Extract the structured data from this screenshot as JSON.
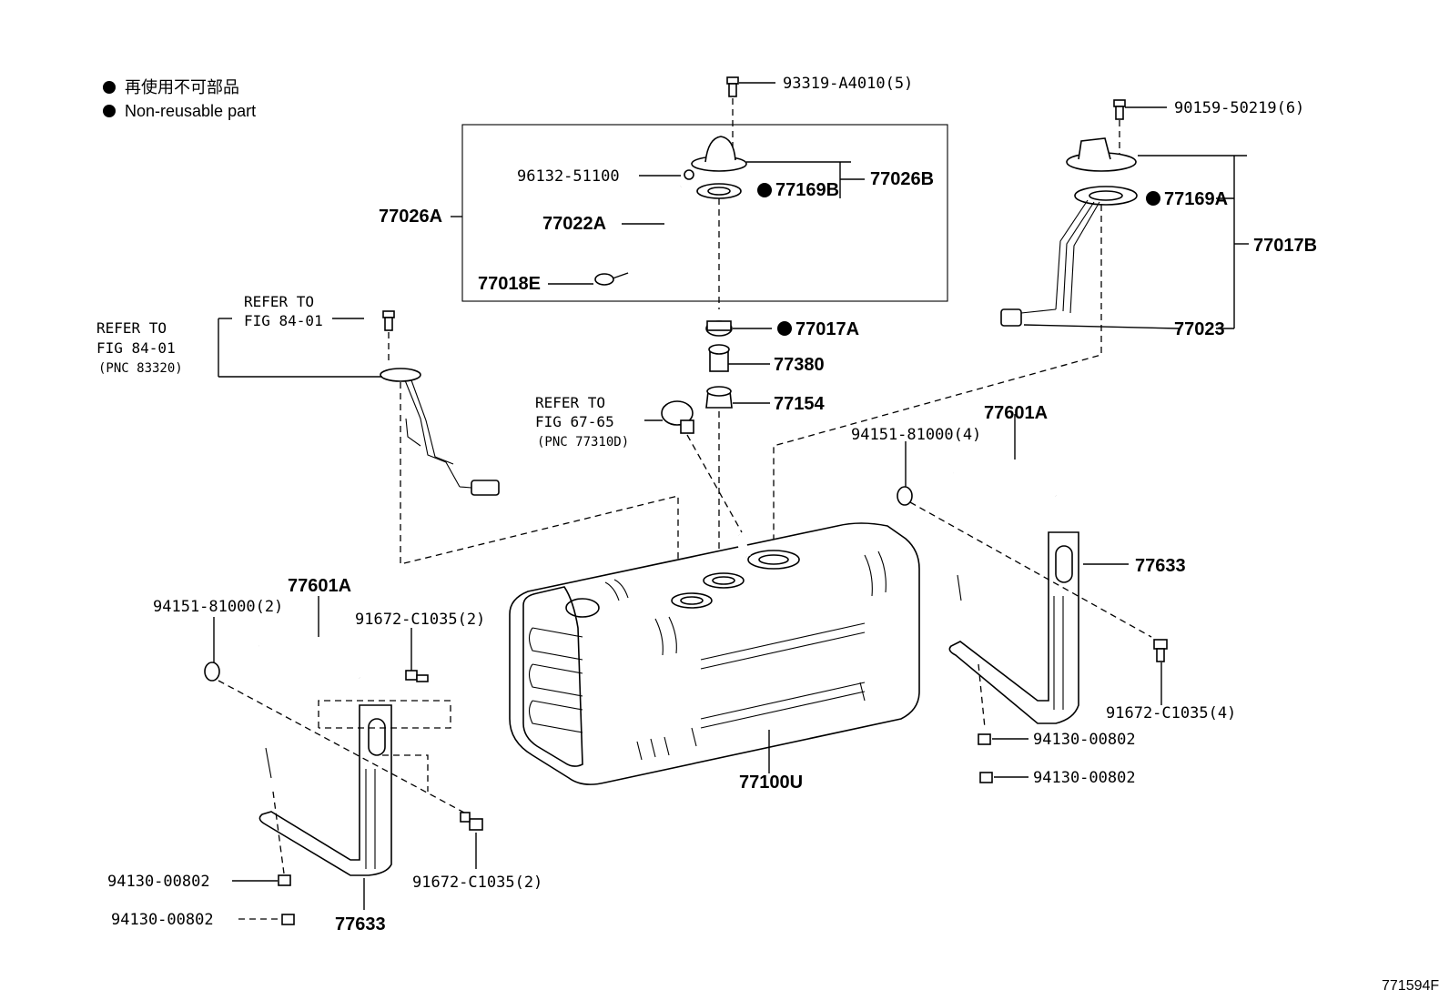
{
  "legend": {
    "japanese": "再使用不可部品",
    "english": "Non-reusable part"
  },
  "figure_number": "771594F",
  "references": {
    "ref_84_a": [
      "REFER TO",
      "FIG 84-01"
    ],
    "ref_84_b": [
      "REFER TO",
      "FIG 84-01",
      "(PNC 83320)"
    ],
    "ref_67": [
      "REFER TO",
      "FIG 67-65",
      "(PNC 77310D)"
    ]
  },
  "parts": {
    "p93319": "93319-A4010(5)",
    "p90159": "90159-50219(6)",
    "p96132": "96132-51100",
    "p77026A": "77026A",
    "p77026B": "77026B",
    "p77022A": "77022A",
    "p77018E": "77018E",
    "p77169B": "77169B",
    "p77169A": "77169A",
    "p77017B": "77017B",
    "p77023": "77023",
    "p77017A": "77017A",
    "p77380": "77380",
    "p77154": "77154",
    "p77601A_r": "77601A",
    "p94151_r": "94151-81000(4)",
    "p77633_r": "77633",
    "p91672_r": "91672-C1035(4)",
    "p94130_r1": "94130-00802",
    "p94130_r2": "94130-00802",
    "p77100U": "77100U",
    "p77601A_l": "77601A",
    "p94151_l": "94151-81000(2)",
    "p91672_l1": "91672-C1035(2)",
    "p91672_l2": "91672-C1035(2)",
    "p94130_l1": "94130-00802",
    "p94130_l2": "94130-00802",
    "p77633_l": "77633"
  }
}
